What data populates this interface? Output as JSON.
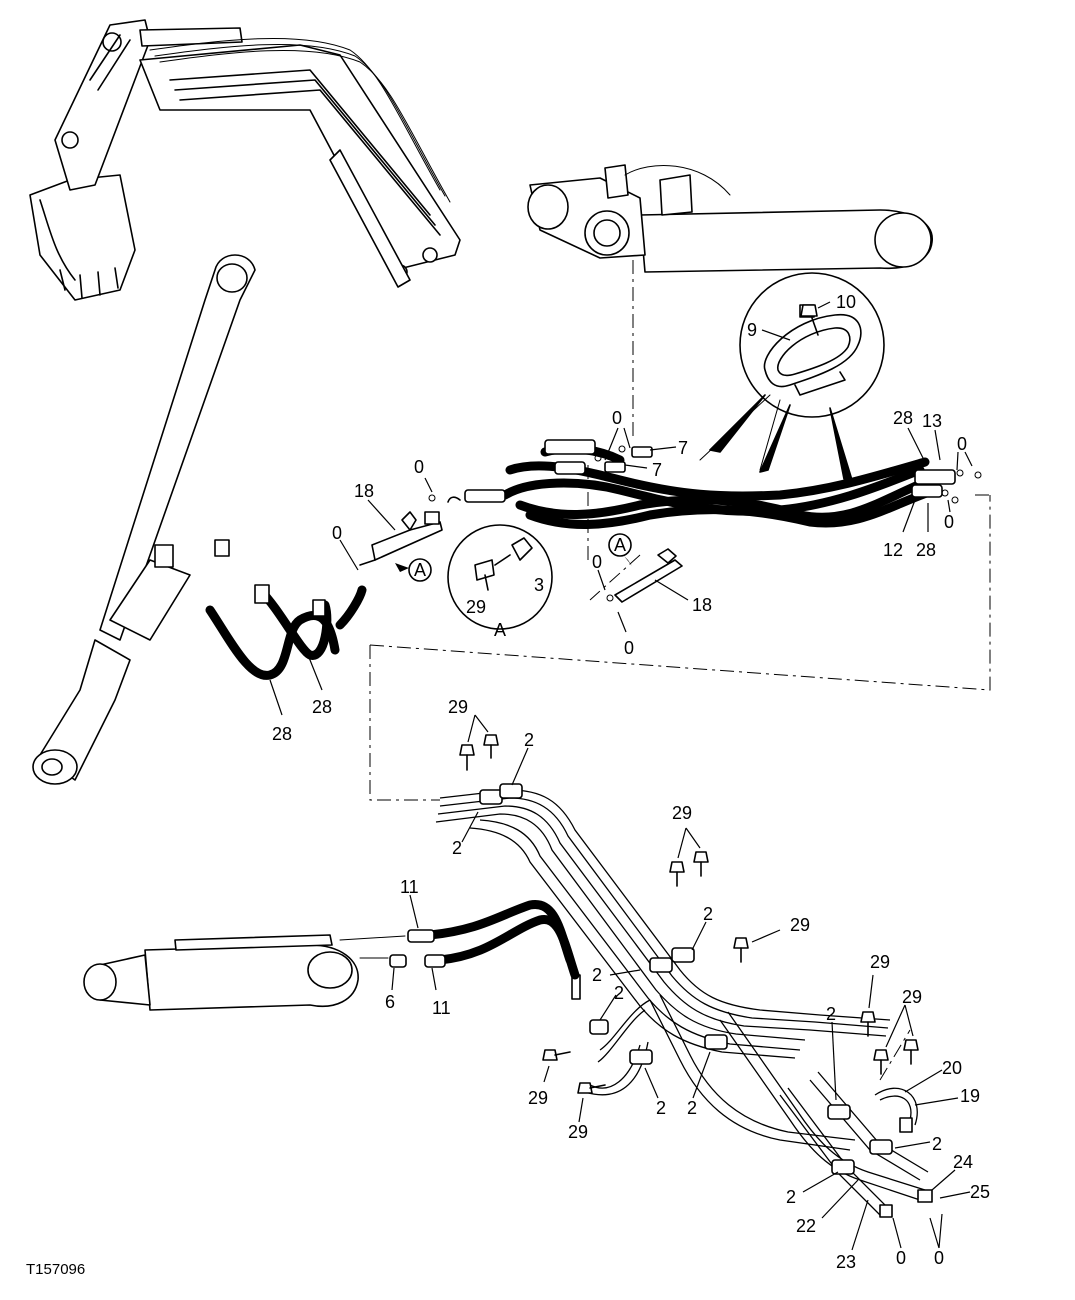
{
  "figure_id": "T157096",
  "detail_label": "A",
  "callouts": {
    "c10": "10",
    "c9": "9",
    "c0a": "0",
    "c7a": "7",
    "c7b": "7",
    "c28a": "28",
    "c13": "13",
    "c0b": "0",
    "c0c": "0",
    "c12": "12",
    "c28b": "28",
    "c0d": "0",
    "c18a": "18",
    "c0e": "0",
    "cA1": "A",
    "c29a": "29",
    "c3": "3",
    "cA2": "A",
    "cA3": "A",
    "c0f": "0",
    "c18b": "18",
    "c0g": "0",
    "c28c": "28",
    "c28d": "28",
    "c29b": "29",
    "c2a": "2",
    "c2b": "2",
    "c29c": "29",
    "c29d": "29",
    "c2c": "2",
    "c11a": "11",
    "c6": "6",
    "c11b": "11",
    "c2d": "2",
    "c2e": "2",
    "c29e": "29",
    "c29f": "29",
    "c2f": "2",
    "c2g": "2",
    "c29g": "29",
    "c2h": "2",
    "c29h": "29",
    "c20": "20",
    "c19": "19",
    "c2i": "2",
    "c24": "24",
    "c2j": "2",
    "c25": "25",
    "c22": "22",
    "c23": "23",
    "c0h": "0",
    "c0i": "0"
  }
}
